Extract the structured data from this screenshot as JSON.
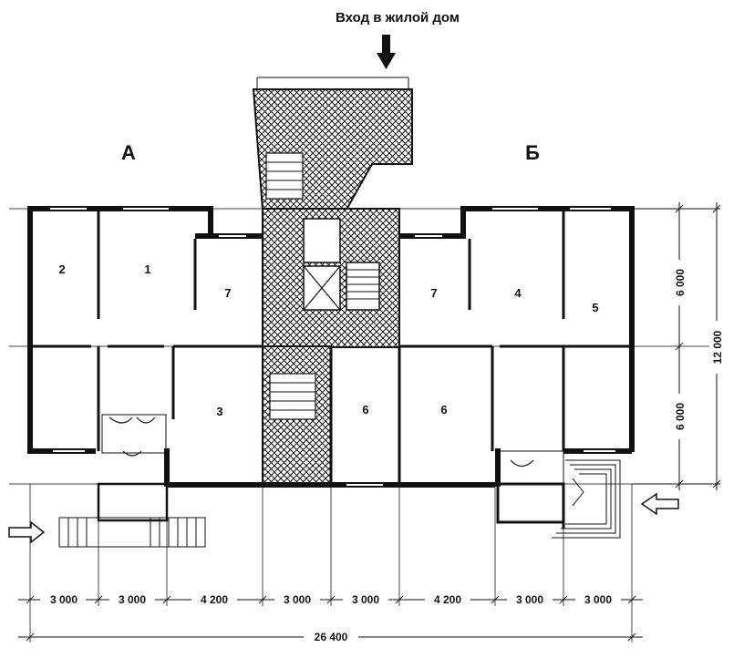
{
  "header": {
    "entrance_label": "Вход в жилой дом"
  },
  "sections": {
    "a": "А",
    "b": "Б"
  },
  "rooms": {
    "r1": "1",
    "r2": "2",
    "r3": "3",
    "r4": "4",
    "r5": "5",
    "r6a": "6",
    "r6b": "6",
    "r7a": "7",
    "r7b": "7"
  },
  "dimensions": {
    "bottom": [
      "3 000",
      "3 000",
      "4 200",
      "3 000",
      "3 000",
      "4 200",
      "3 000",
      "3 000"
    ],
    "total": "26 400",
    "right_top": "6 000",
    "right_bottom": "6 000",
    "right_total": "12 000"
  },
  "colors": {
    "ink": "#111111",
    "paper": "#ffffff"
  }
}
